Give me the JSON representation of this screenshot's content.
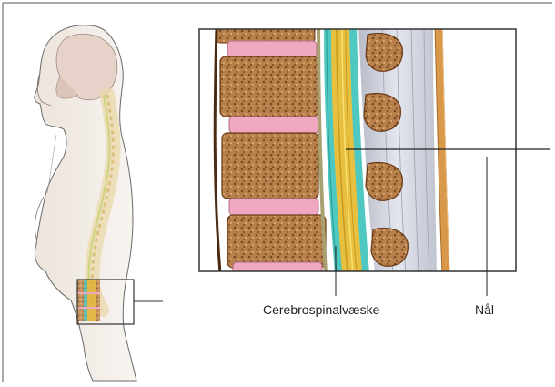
{
  "labels": {
    "csf": "Cerebrospinalvæske",
    "needle": "Nål"
  },
  "icons": [
    "human-figure-illustration",
    "spine-cross-section-illustration",
    "needle-illustration"
  ],
  "colors": {
    "vertebra": "#b8804a",
    "disc": "#f0a8c0",
    "csf": "#4ec8c0",
    "spinal_cord": "#e8c040",
    "tissue": "#c8ccd8",
    "skin": "#d89a4a"
  }
}
